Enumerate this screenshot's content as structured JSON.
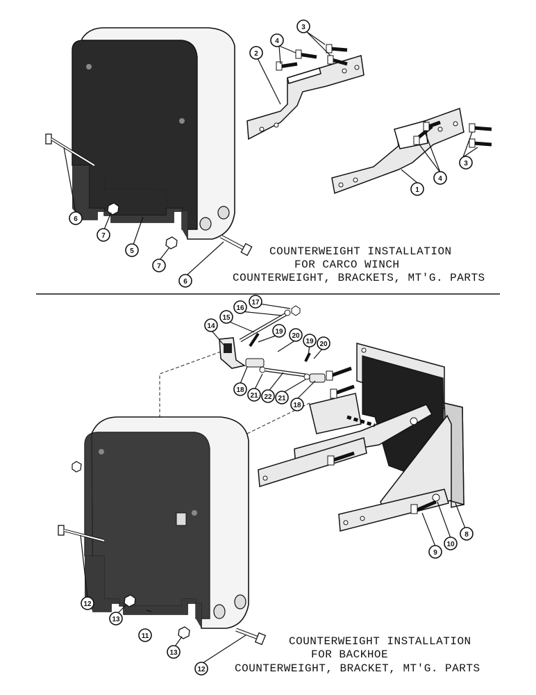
{
  "captions": {
    "top": {
      "line1": "COUNTERWEIGHT INSTALLATION",
      "line2": "FOR CARCO WINCH",
      "line3": "COUNTERWEIGHT, BRACKETS, MT'G. PARTS"
    },
    "bottom": {
      "line1": "COUNTERWEIGHT INSTALLATION",
      "line2": "FOR BACKHOE",
      "line3": "COUNTERWEIGHT, BRACKET, MT'G. PARTS"
    }
  },
  "callouts": {
    "top": [
      "1",
      "2",
      "3",
      "3",
      "4",
      "4",
      "5",
      "6",
      "6",
      "7",
      "7"
    ],
    "bottom": [
      "8",
      "9",
      "10",
      "11",
      "12",
      "12",
      "13",
      "13",
      "14",
      "15",
      "16",
      "17",
      "18",
      "18",
      "19",
      "19",
      "20",
      "20",
      "21",
      "21",
      "22"
    ]
  },
  "colors": {
    "ink": "#111111",
    "weight_face": "#2a2a2a",
    "weight_body": "#f4f4f4",
    "steel": "#e9e9e9"
  }
}
